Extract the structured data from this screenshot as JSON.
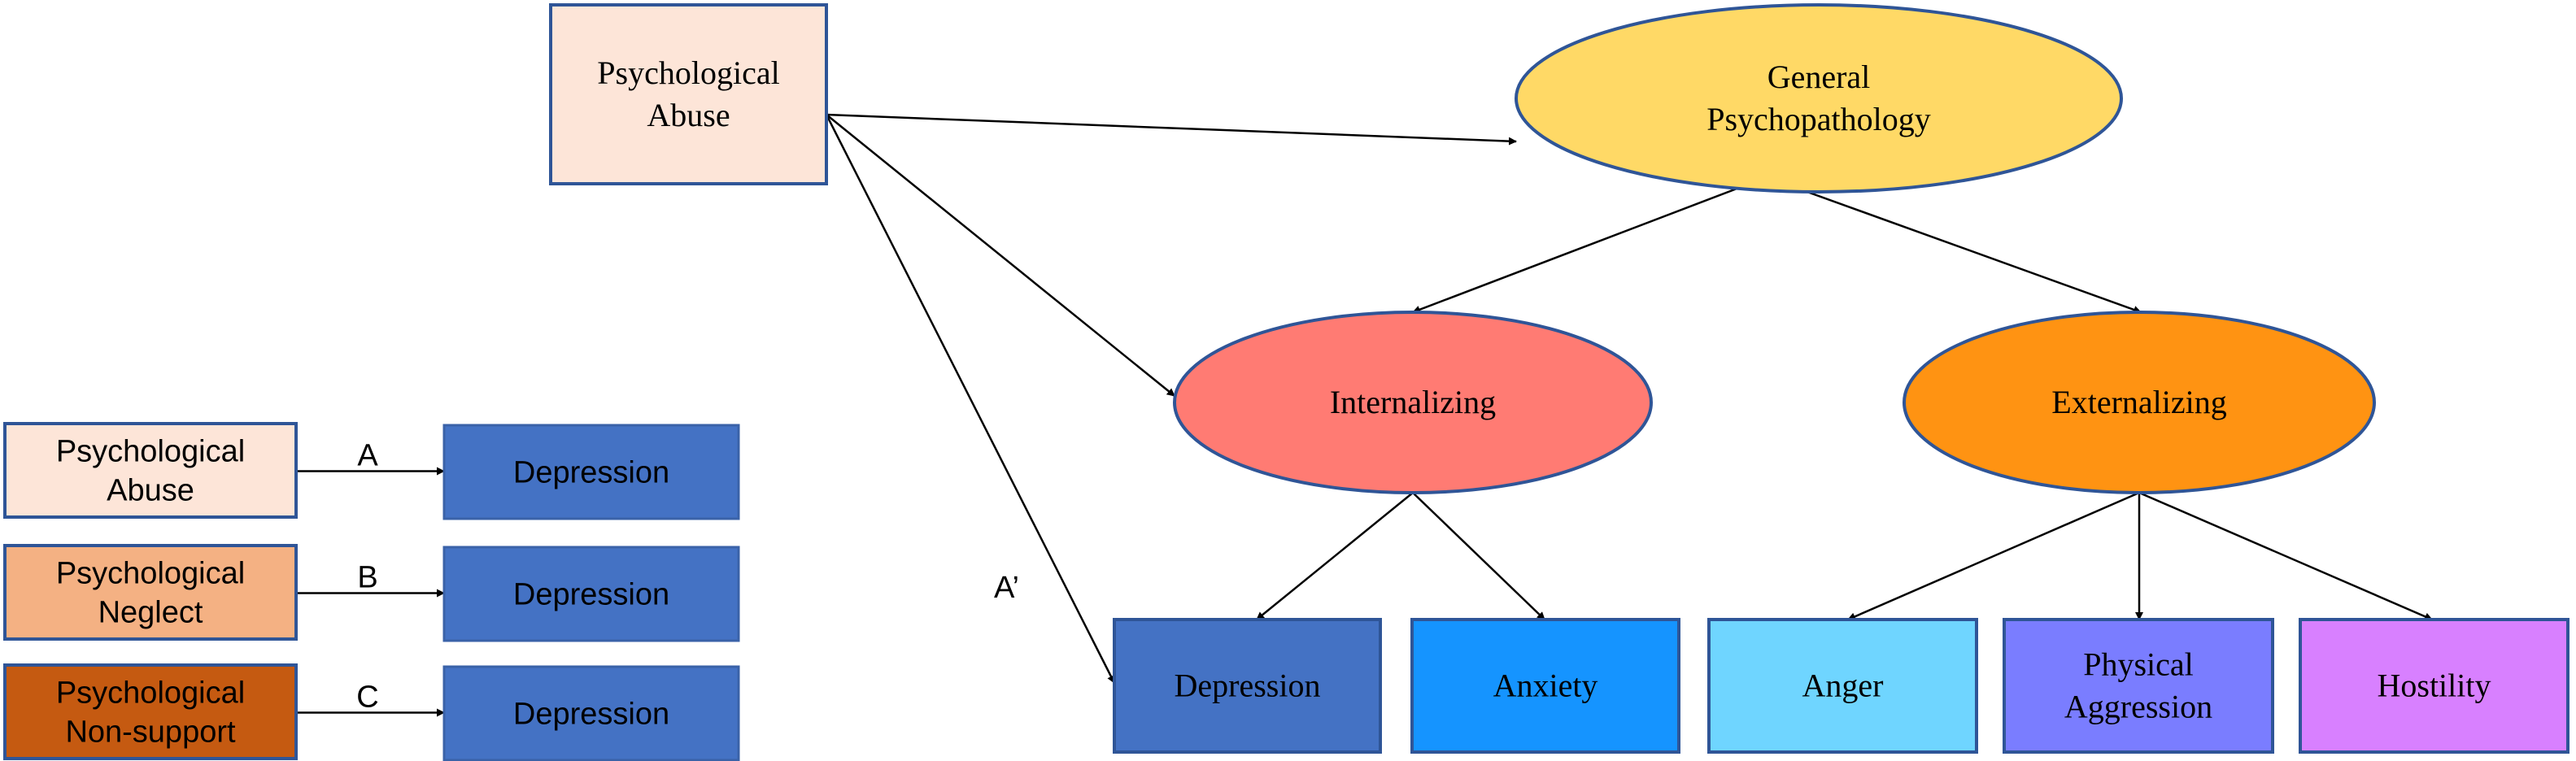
{
  "nodes": {
    "abuse_top": {
      "lines": [
        "Psychological",
        "Abuse"
      ],
      "color": "#fde5d8"
    },
    "general": {
      "lines": [
        "General",
        "Psychopathology"
      ],
      "color": "#ffd966"
    },
    "internalizing": {
      "lines": [
        "Internalizing"
      ],
      "color": "#ff7b73"
    },
    "externalizing": {
      "lines": [
        "Externalizing"
      ],
      "color": "#ff9312"
    },
    "depression": {
      "lines": [
        "Depression"
      ],
      "color": "#4472c4"
    },
    "anxiety": {
      "lines": [
        "Anxiety"
      ],
      "color": "#1594ff"
    },
    "anger": {
      "lines": [
        "Anger"
      ],
      "color": "#6fd5ff"
    },
    "physical_aggression": {
      "lines": [
        "Physical",
        "Aggression"
      ],
      "color": "#7a7dff"
    },
    "hostility": {
      "lines": [
        "Hostility"
      ],
      "color": "#d880ff"
    }
  },
  "left_panel": [
    {
      "source": [
        "Psychological",
        "Abuse"
      ],
      "source_color": "#fde5d8",
      "path_label": "A",
      "target": "Depression",
      "target_color": "#4472c4"
    },
    {
      "source": [
        "Psychological",
        "Neglect"
      ],
      "source_color": "#f4b183",
      "path_label": "B",
      "target": "Depression",
      "target_color": "#4472c4"
    },
    {
      "source": [
        "Psychological",
        "Non-support"
      ],
      "source_color": "#c55a11",
      "path_label": "C",
      "target": "Depression",
      "target_color": "#4472c4"
    }
  ],
  "direct_path_label": "A’"
}
